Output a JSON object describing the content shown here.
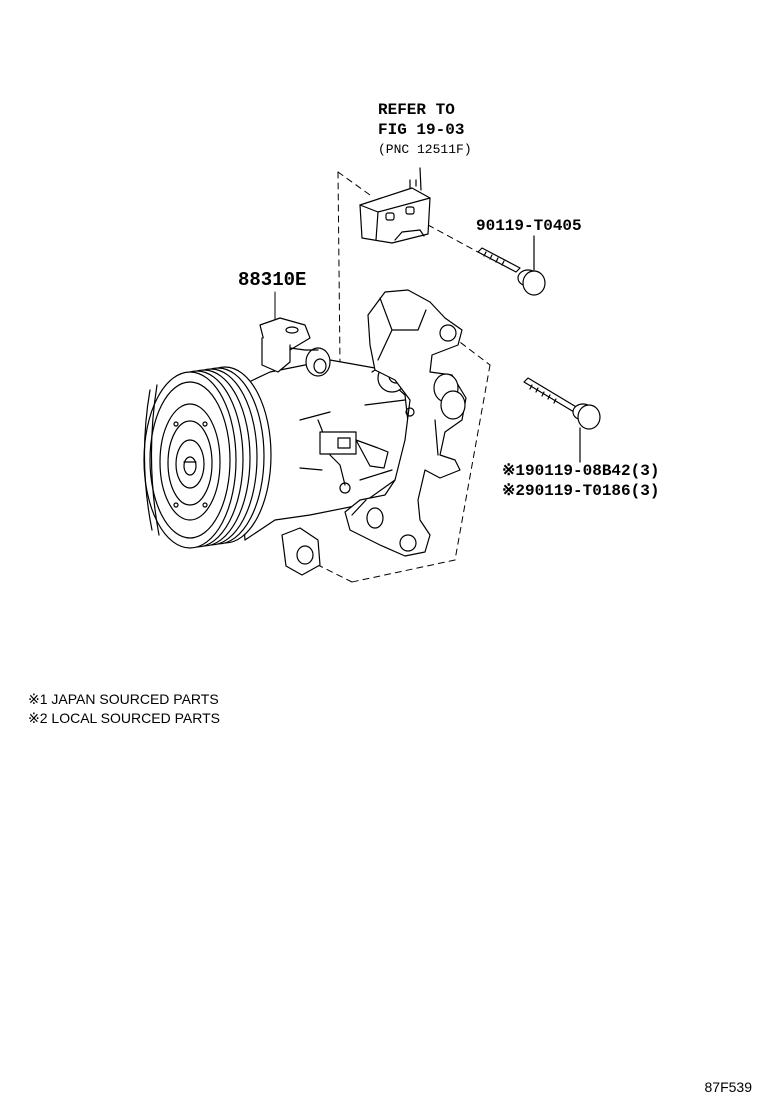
{
  "callouts": {
    "refer_line1": "REFER TO",
    "refer_line2": "FIG 19-03",
    "refer_line3": "(PNC 12511F)",
    "upper_bolt": "90119-T0405",
    "compressor": "88310E",
    "mount_bolt_1": "※190119-08B42(3)",
    "mount_bolt_2": "※290119-T0186(3)"
  },
  "notes": {
    "note1": "※1 JAPAN SOURCED PARTS",
    "note2": "※2 LOCAL SOURCED PARTS"
  },
  "illustration_code": "87F539"
}
